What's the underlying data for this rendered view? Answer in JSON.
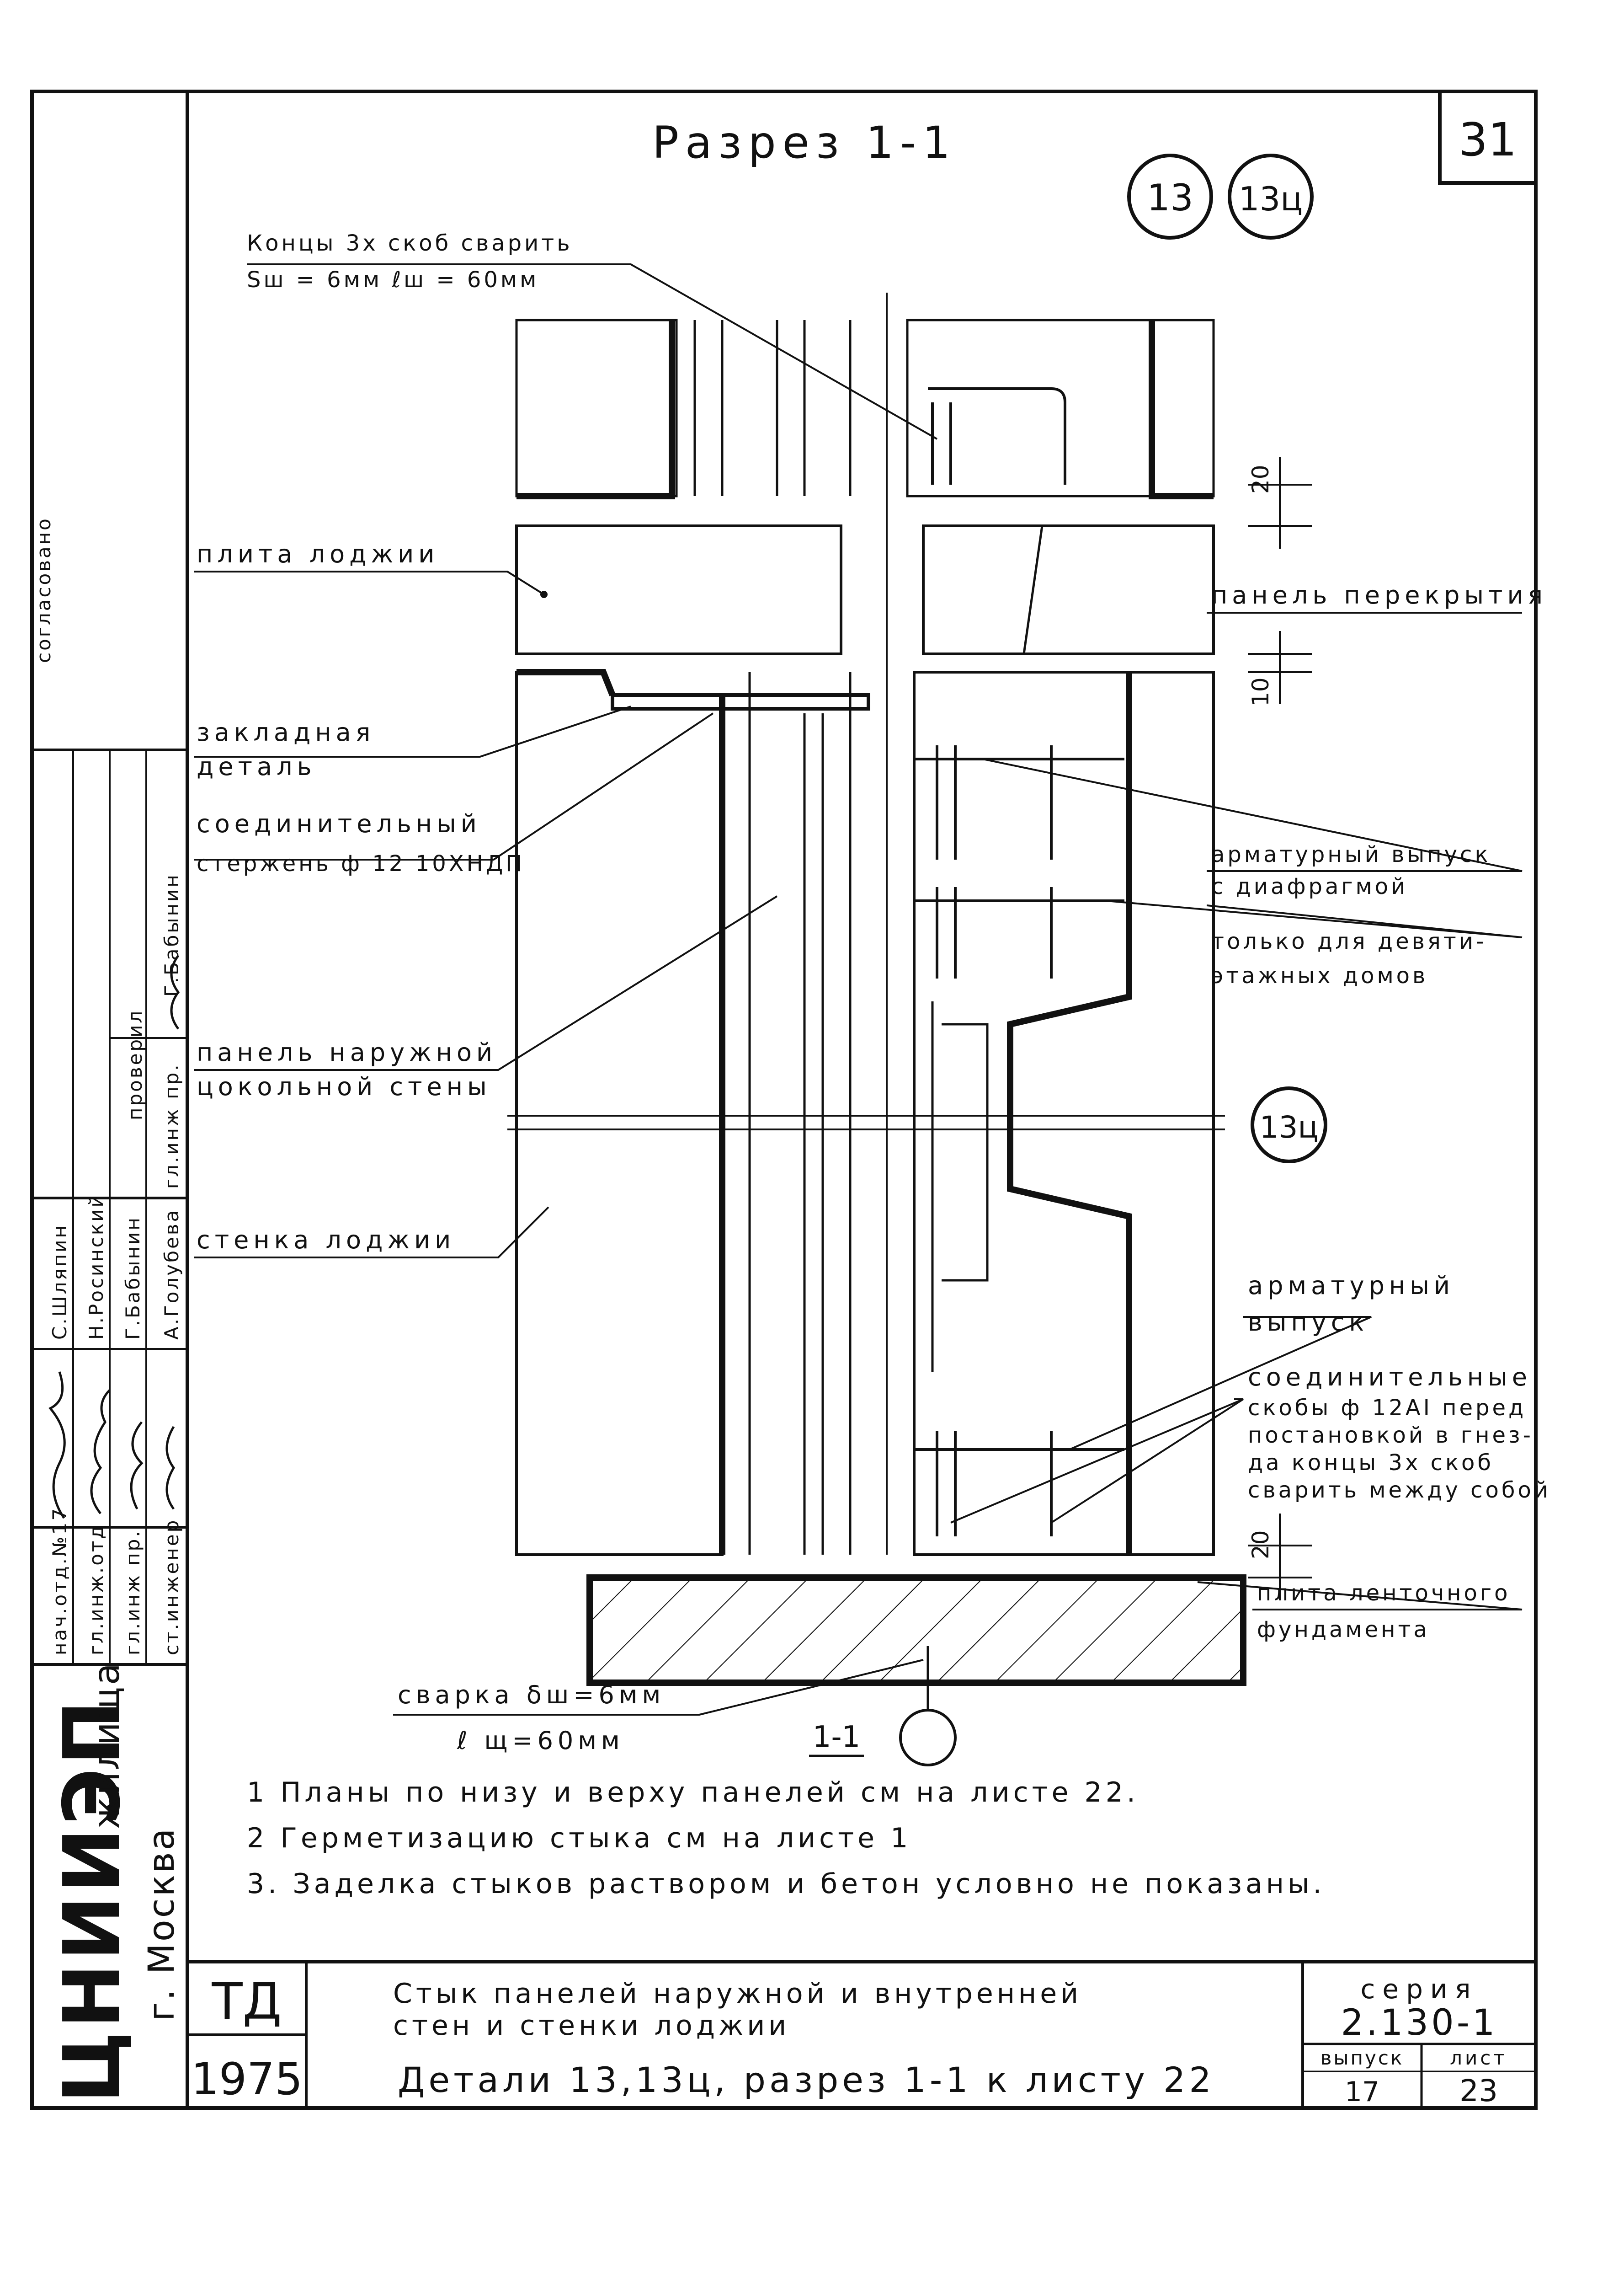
{
  "sheet": {
    "section_title": "Разрез 1-1",
    "sheet_corner_number": "31",
    "detail_markers": [
      "13",
      "13ц"
    ],
    "detail_marker_side": "13ц",
    "section_mark": "1-1",
    "dimensions": {
      "top_gap": "20",
      "slab_gap": "10",
      "bottom_gap": "20"
    }
  },
  "callouts": {
    "weld_brackets_line1": "Концы 3х скоб сварить",
    "weld_brackets_line2": "Sш = 6мм   ℓш = 60мм",
    "loggia_slab": "плита лоджии",
    "floor_panel": "панель перекрытия",
    "embedded_part_line1": "закладная",
    "embedded_part_line2": "деталь",
    "connecting_rod_line1": "соединительный",
    "connecting_rod_line2": "стержень ф 12 10ХНДП",
    "rebar_outlet_line1": "арматурный выпуск",
    "rebar_outlet_line2": "с диафрагмой",
    "rebar_outlet_line3": "только для девяти-",
    "rebar_outlet_line4": "этажных домов",
    "outer_panel_line1": "панель наружной",
    "outer_panel_line2": "цокольной стены",
    "loggia_wall": "стенка лоджии",
    "rebar_outlet2_line1": "арматурный",
    "rebar_outlet2_line2": "выпуск",
    "connecting_brackets_line1": "соединительные",
    "connecting_brackets_line2": "скобы ф 12АI перед",
    "connecting_brackets_line3": "постановкой в гнез-",
    "connecting_brackets_line4": "да концы 3х скоб",
    "connecting_brackets_line5": "сварить между собой",
    "strip_foundation_line1": "плита ленточного",
    "strip_foundation_line2": "фундамента",
    "welding_line1": "сварка δш=6мм",
    "welding_line2": "ℓ щ=60мм"
  },
  "notes": [
    "1 Планы по низу и верху панелей см на листе 22.",
    "2 Герметизацию стыка см на листе 1",
    "3. Заделка стыков раствором и бетон условно не показаны."
  ],
  "stamp": {
    "approved_label": "согласовано",
    "checked_label": "проверил",
    "checker_role": "гл.инж пр.",
    "checker_name": "Г.Бабынин",
    "roles": [
      "нач.отд.№17",
      "гл.инж.отд",
      "гл.инж пр.",
      "ст.инженер"
    ],
    "names": [
      "С.Шляпин",
      "Н.Росинский",
      "Г.Бабынин",
      "А.Голубева"
    ],
    "org_name": "ЦНИИЭП",
    "org_suffix": "жилища",
    "org_city": "г. Москва",
    "td": "ТД",
    "year": "1975",
    "title_line1": "Стык панелей наружной и внутренней",
    "title_line2": "стен и стенки лоджии",
    "title_line3": "Детали 13,13ц, разрез 1-1 к листу 22",
    "series_label": "серия",
    "series_value": "2.130-1",
    "issue_label": "выпуск",
    "issue_value": "17",
    "sheet_label": "лист",
    "sheet_value": "23"
  }
}
